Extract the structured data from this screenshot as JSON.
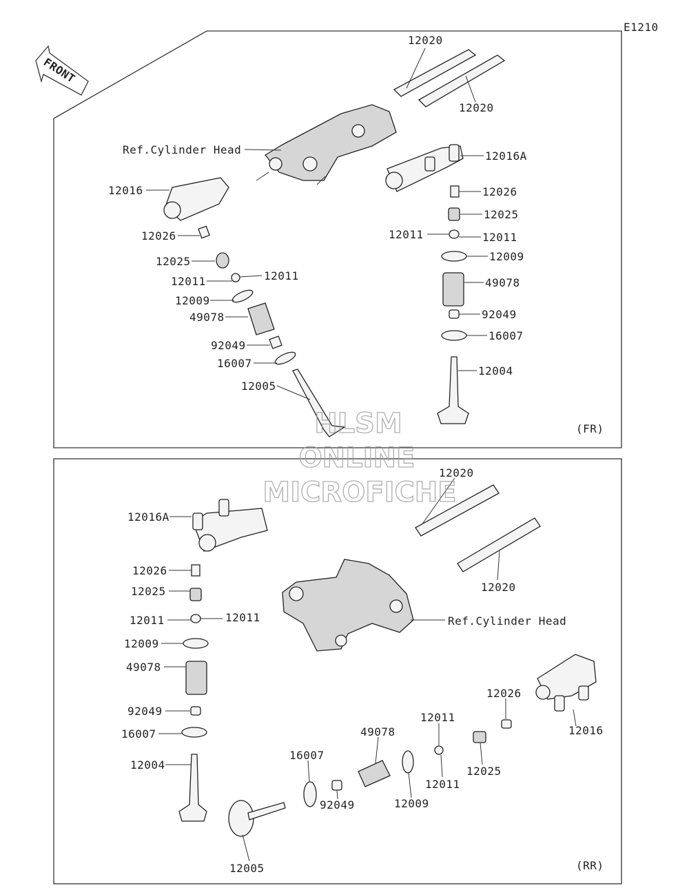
{
  "diagram_code": "E1210",
  "front_arrow": "FRONT",
  "watermark": [
    "HLSM",
    "ONLINE",
    "MICROFICHE"
  ],
  "top_panel": {
    "section": "(FR)",
    "ref_label": "Ref.Cylinder Head",
    "labels": {
      "shaft_a": "12020",
      "shaft_b": "12020",
      "rocker_l": "12016",
      "rocker_r": "12016A",
      "adj_l": "12026",
      "adj_r": "12026",
      "seal_l": "12025",
      "seal_r": "12025",
      "cotter_l1": "12011",
      "cotter_l2": "12011",
      "cotter_r1": "12011",
      "cotter_r2": "12011",
      "retainer_l": "12009",
      "retainer_r": "12009",
      "spring_l": "49078",
      "spring_r": "49078",
      "stemseal_l": "92049",
      "stemseal_r": "92049",
      "seat_l": "16007",
      "seat_r": "16007",
      "valve_l": "12005",
      "valve_r": "12004"
    }
  },
  "bottom_panel": {
    "section": "(RR)",
    "ref_label": "Ref.Cylinder Head",
    "labels": {
      "shaft_a": "12020",
      "shaft_b": "12020",
      "rocker_l": "12016A",
      "rocker_r": "12016",
      "adj_l": "12026",
      "adj_r": "12026",
      "seal_l": "12025",
      "seal_r": "12025",
      "cotter_l1": "12011",
      "cotter_l2": "12011",
      "cotter_r1": "12011",
      "cotter_r2": "12011",
      "retainer_l": "12009",
      "retainer_r": "12009",
      "spring_l": "49078",
      "spring_r": "49078",
      "stemseal_l": "92049",
      "stemseal_r": "92049",
      "seat_l": "16007",
      "seat_r": "16007",
      "valve_l": "12004",
      "valve_r": "12005"
    }
  }
}
